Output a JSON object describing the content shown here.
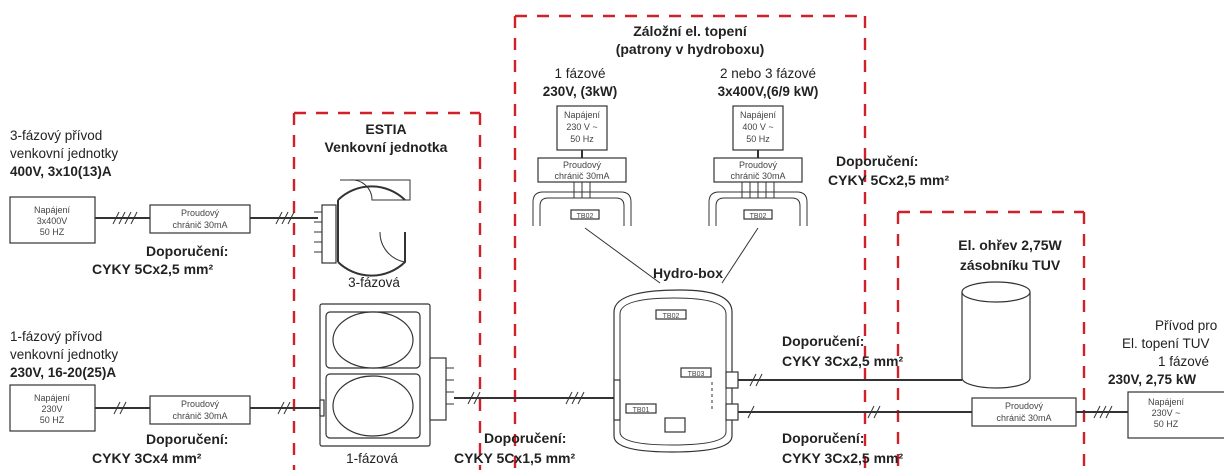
{
  "left": {
    "three_phase": {
      "title1": "3-fázový přívod",
      "title2": "venkovní jednotky",
      "title3": "400V, 3x10(13)A",
      "supply": [
        "Napájení",
        "3x400V",
        "50 HZ"
      ],
      "rcd": [
        "Proudový",
        "chránič 30mA"
      ],
      "rec1": "Doporučení:",
      "rec2": "CYKY 5Cx2,5 mm²"
    },
    "single_phase": {
      "title1": "1-fázový přívod",
      "title2": "venkovní jednotky",
      "title3": "230V, 16-20(25)A",
      "supply": [
        "Napájení",
        "230V",
        "50 HZ"
      ],
      "rcd": [
        "Proudový",
        "chránič 30mA"
      ],
      "rec1": "Doporučení:",
      "rec2": "CYKY 3Cx4 mm²"
    }
  },
  "outdoor": {
    "title1": "ESTIA",
    "title2": "Venkovní jednotka",
    "label_3f": "3-fázová",
    "label_1f": "1-fázová"
  },
  "backup": {
    "title1": "Záložní el. topení",
    "title2": "(patrony v hydroboxu)",
    "one_phase": {
      "line1": "1 fázové",
      "line2": "230V, (3kW)",
      "supply": [
        "Napájení",
        "230 V ~",
        "50 Hz"
      ],
      "rcd": [
        "Proudový",
        "chránič 30mA"
      ],
      "tb": "TB02"
    },
    "three_phase": {
      "line1": "2 nebo 3 fázové",
      "line2": "3x400V,(6/9 kW)",
      "supply": [
        "Napájení",
        "400 V ~",
        "50 Hz"
      ],
      "rcd": [
        "Proudový",
        "chránič 30mA"
      ],
      "tb": "TB02"
    },
    "rec1": "Doporučení:",
    "rec2": "CYKY 5Cx2,5 mm²"
  },
  "hydro": {
    "title": "Hydro-box",
    "tb02": "TB02",
    "tb03": "TB03",
    "tb01": "TB01",
    "rec1": "Doporučení:",
    "rec2": "CYKY 5Cx1,5 mm²"
  },
  "tank": {
    "title1": "El. ohřev 2,75W",
    "title2": "zásobníku TUV",
    "rec_top1": "Doporučení:",
    "rec_top2": "CYKY 3Cx2,5 mm²",
    "rec_bot1": "Doporučení:",
    "rec_bot2": "CYKY 3Cx2,5 mm²",
    "rcd": [
      "Proudový",
      "chránič 30mA"
    ]
  },
  "right": {
    "line1": "Přívod pro",
    "line2": "El. topení TUV",
    "line3": "1 fázové",
    "line4": "230V, 2,75 kW",
    "supply": [
      "Napájení",
      "230V ~",
      "50 HZ"
    ]
  }
}
